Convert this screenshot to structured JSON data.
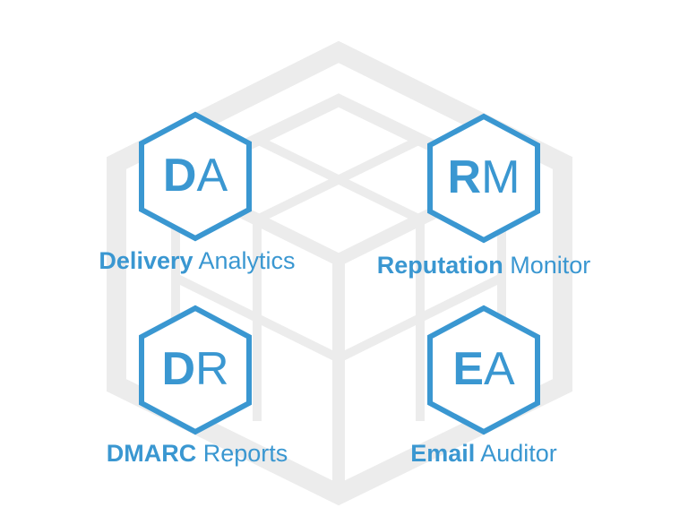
{
  "colors": {
    "accent": "#3a97d1",
    "background_cube": "#ececec"
  },
  "products": [
    {
      "mark_bold": "D",
      "mark_light": "A",
      "name_bold": "Delivery",
      "name_light": "Analytics"
    },
    {
      "mark_bold": "R",
      "mark_light": "M",
      "name_bold": "Reputation",
      "name_light": "Monitor"
    },
    {
      "mark_bold": "D",
      "mark_light": "R",
      "name_bold": "DMARC",
      "name_light": "Reports"
    },
    {
      "mark_bold": "E",
      "mark_light": "A",
      "name_bold": "Email",
      "name_light": "Auditor"
    }
  ]
}
